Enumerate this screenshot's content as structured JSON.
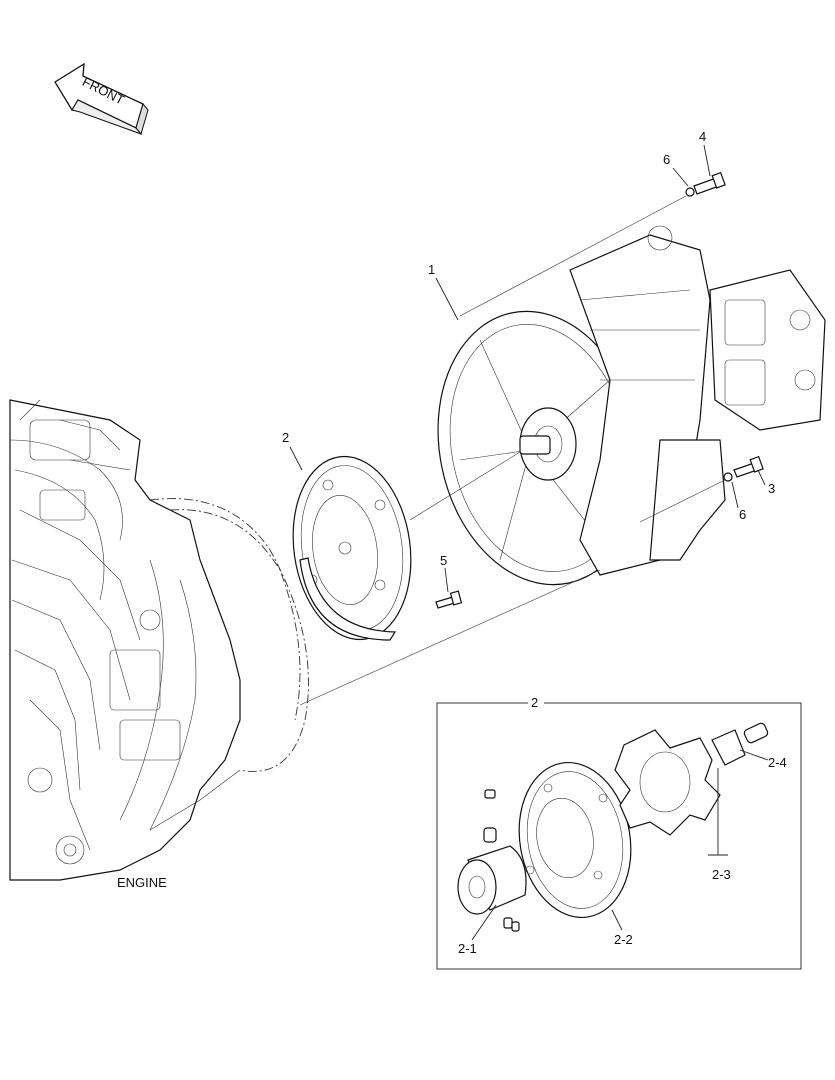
{
  "labels": {
    "front": "FRONT",
    "engine": "ENGINE",
    "p1": "1",
    "p2": "2",
    "p3": "3",
    "p4": "4",
    "p5": "5",
    "p6a": "6",
    "p6b": "6",
    "inset_title": "2",
    "p2_1": "2-1",
    "p2_2": "2-2",
    "p2_3": "2-3",
    "p2_4": "2-4"
  },
  "icons": [
    "front-arrow-icon",
    "engine-drawing",
    "pump-drawing",
    "coupling-drawing"
  ]
}
